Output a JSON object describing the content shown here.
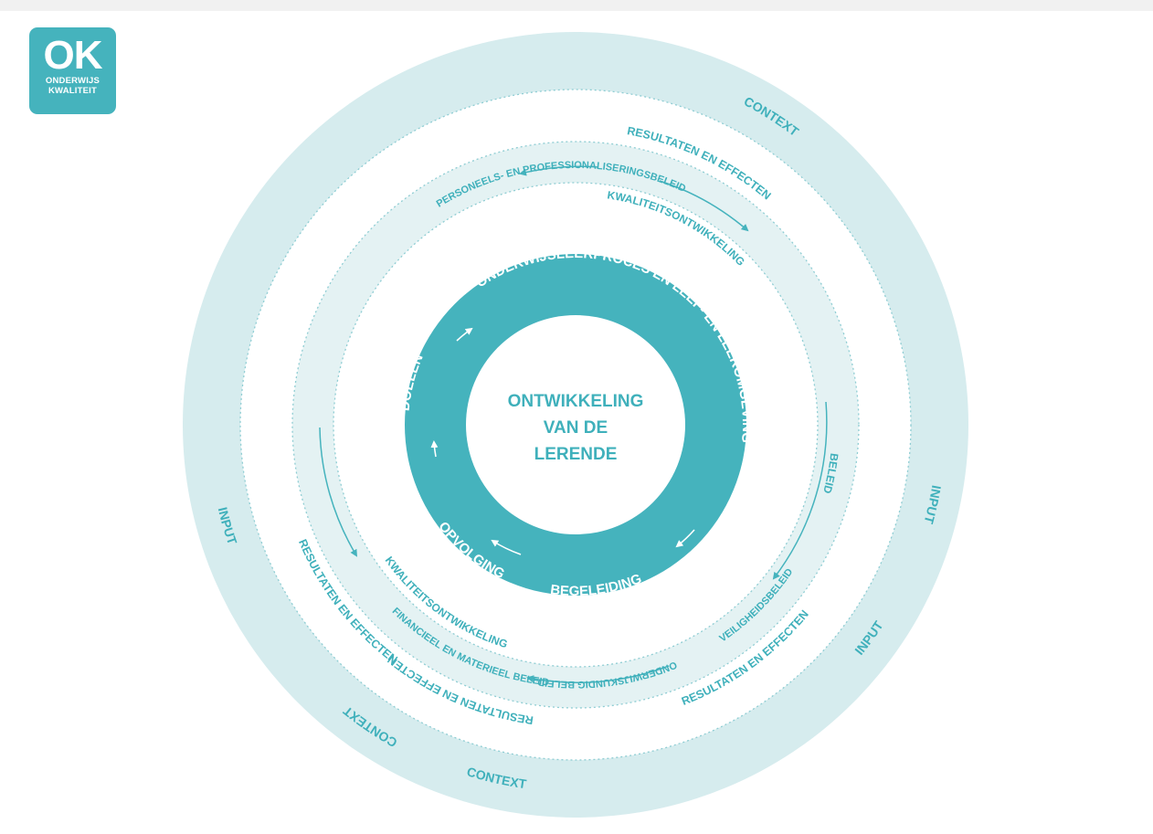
{
  "logo": {
    "big": "OK",
    "line1": "ONDERWIJS",
    "line2": "KWALITEIT"
  },
  "center": {
    "line1": "ONTWIKKELING",
    "line2": "VAN DE",
    "line3": "LERENDE"
  },
  "inner_ring": {
    "onderwijs": "ONDERWIJSLEERPROCES EN LEEF- EN LEEROMGEVING",
    "begeleiding": "BEGELEIDING",
    "opvolging": "OPVOLGING",
    "doelen": "DOELEN"
  },
  "kwaliteit": {
    "top": "KWALITEITSONTWIKKELING",
    "bottom": "KWALITEITSONTWIKKELING"
  },
  "beleid_ring": {
    "beleid": "BELEID",
    "onderwijskundig": "ONDERWIJSKUNDIG BELEID",
    "veiligheid": "VEILIGHEIDSBELEID",
    "financieel": "FINANCIEEL EN MATERIEEL BELEID",
    "personeels": "PERSONEELS- EN PROFESSIONALISERINGSBELEID"
  },
  "resultaten": {
    "topleft": "RESULTATEN EN EFFECTEN",
    "right": "RESULTATEN EN EFFECTEN",
    "bottomright": "RESULTATEN EN EFFECTEN",
    "left": "RESULTATEN EN EFFECTEN"
  },
  "outer": {
    "input_top": "INPUT",
    "context_topleft": "CONTEXT",
    "context_right": "CONTEXT",
    "input_left": "INPUT",
    "input_bottomright": "INPUT",
    "context_bottom": "CONTEXT"
  },
  "colors": {
    "accent": "#45b3bd",
    "outer_band": "#d6ecee",
    "mid_band": "#e4f2f3",
    "text": "#3fb0bb"
  }
}
